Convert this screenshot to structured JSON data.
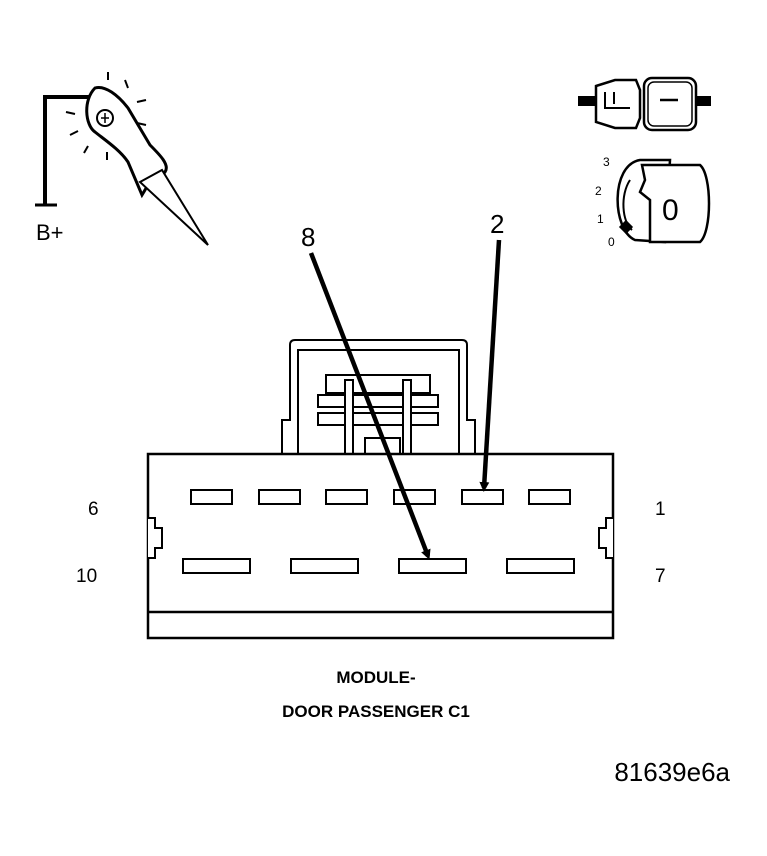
{
  "probe": {
    "supply_label": "B+"
  },
  "ignition": {
    "positions": [
      "3",
      "2",
      "1",
      "0"
    ],
    "key_label": "0"
  },
  "connector": {
    "pin_left_top": "6",
    "pin_right_top": "1",
    "pin_left_bottom": "10",
    "pin_right_bottom": "7"
  },
  "callouts": {
    "left": "8",
    "right": "2"
  },
  "caption": {
    "line1": "MODULE-",
    "line2": "DOOR PASSENGER C1"
  },
  "figure_id": "81639e6a",
  "colors": {
    "ink": "#000000",
    "background": "#ffffff"
  }
}
